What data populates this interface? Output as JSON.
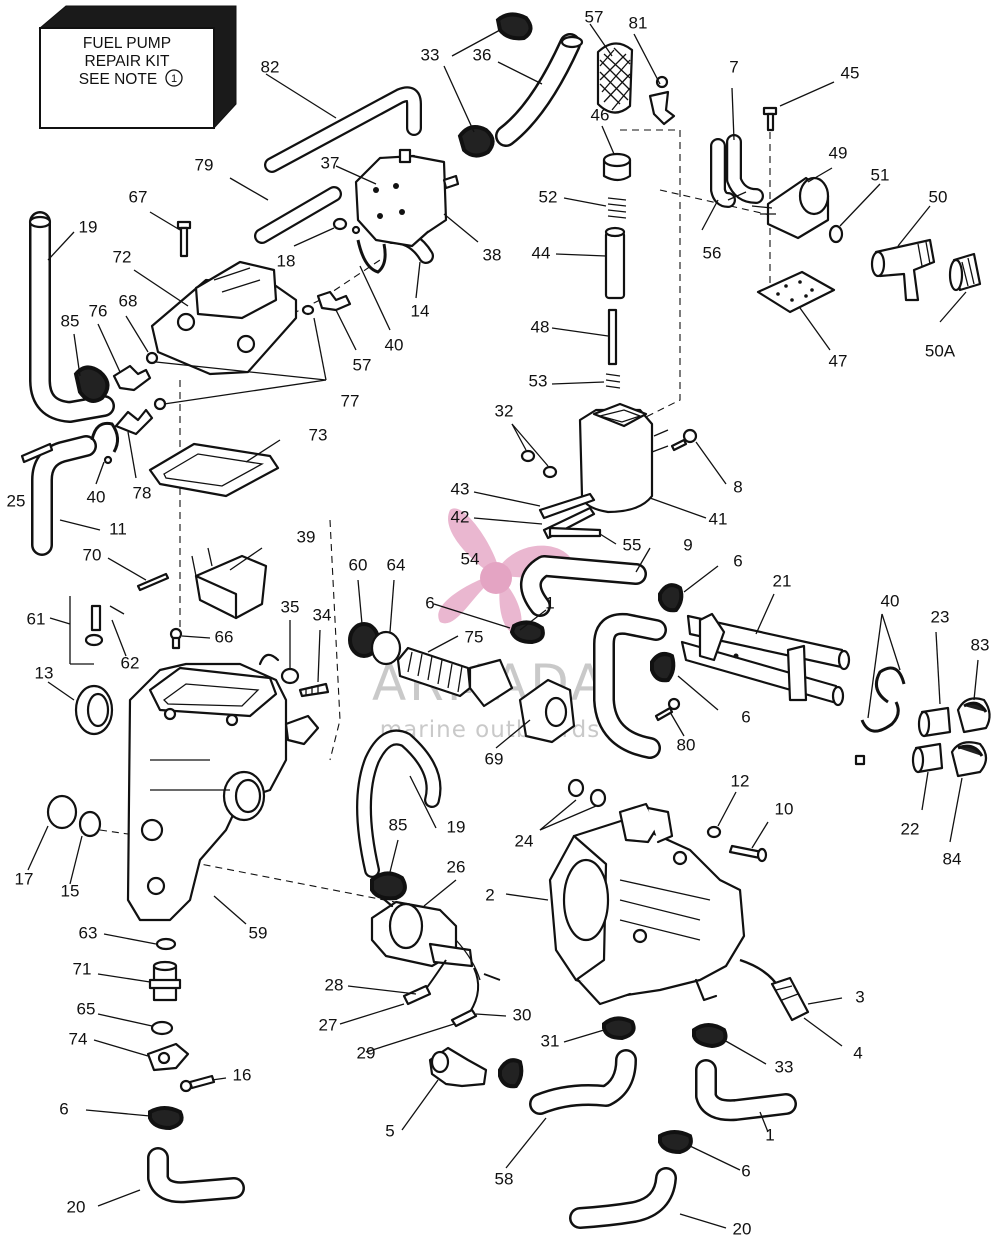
{
  "note_box": {
    "line1": "FUEL PUMP",
    "line2": "REPAIR KIT",
    "line3": "SEE NOTE",
    "note_number": "1"
  },
  "watermark": {
    "brand": "ARMADA",
    "tagline": "marine outboards",
    "logo_color": "#e6a6c4"
  },
  "callouts": {
    "c1a": "1",
    "c1b": "1",
    "c2": "2",
    "c3": "3",
    "c4": "4",
    "c5": "5",
    "c6a": "6",
    "c6b": "6",
    "c6c": "6",
    "c6d": "6",
    "c6e": "6",
    "c7": "7",
    "c8": "8",
    "c9": "9",
    "c10": "10",
    "c11": "11",
    "c12": "12",
    "c13": "13",
    "c14": "14",
    "c15": "15",
    "c16": "16",
    "c17": "17",
    "c18": "18",
    "c19a": "19",
    "c19b": "19",
    "c20a": "20",
    "c20b": "20",
    "c21": "21",
    "c22": "22",
    "c23": "23",
    "c24": "24",
    "c25": "25",
    "c26": "26",
    "c27": "27",
    "c28": "28",
    "c29": "29",
    "c30": "30",
    "c31": "31",
    "c32": "32",
    "c33a": "33",
    "c33b": "33",
    "c34": "34",
    "c35": "35",
    "c36": "36",
    "c37": "37",
    "c38": "38",
    "c39": "39",
    "c40a": "40",
    "c40b": "40",
    "c40c": "40",
    "c41": "41",
    "c42": "42",
    "c43": "43",
    "c44": "44",
    "c45": "45",
    "c46": "46",
    "c47": "47",
    "c48": "48",
    "c49": "49",
    "c50": "50",
    "c50A": "50A",
    "c51": "51",
    "c52": "52",
    "c53": "53",
    "c54": "54",
    "c55": "55",
    "c56": "56",
    "c57a": "57",
    "c57b": "57",
    "c58": "58",
    "c59": "59",
    "c60": "60",
    "c61": "61",
    "c62": "62",
    "c63": "63",
    "c64": "64",
    "c65": "65",
    "c66": "66",
    "c67": "67",
    "c68": "68",
    "c69": "69",
    "c70": "70",
    "c71": "71",
    "c72": "72",
    "c73": "73",
    "c74": "74",
    "c75": "75",
    "c76": "76",
    "c77": "77",
    "c78": "78",
    "c79": "79",
    "c80": "80",
    "c81": "81",
    "c82": "82",
    "c83": "83",
    "c84": "84",
    "c85a": "85",
    "c85b": "85"
  }
}
